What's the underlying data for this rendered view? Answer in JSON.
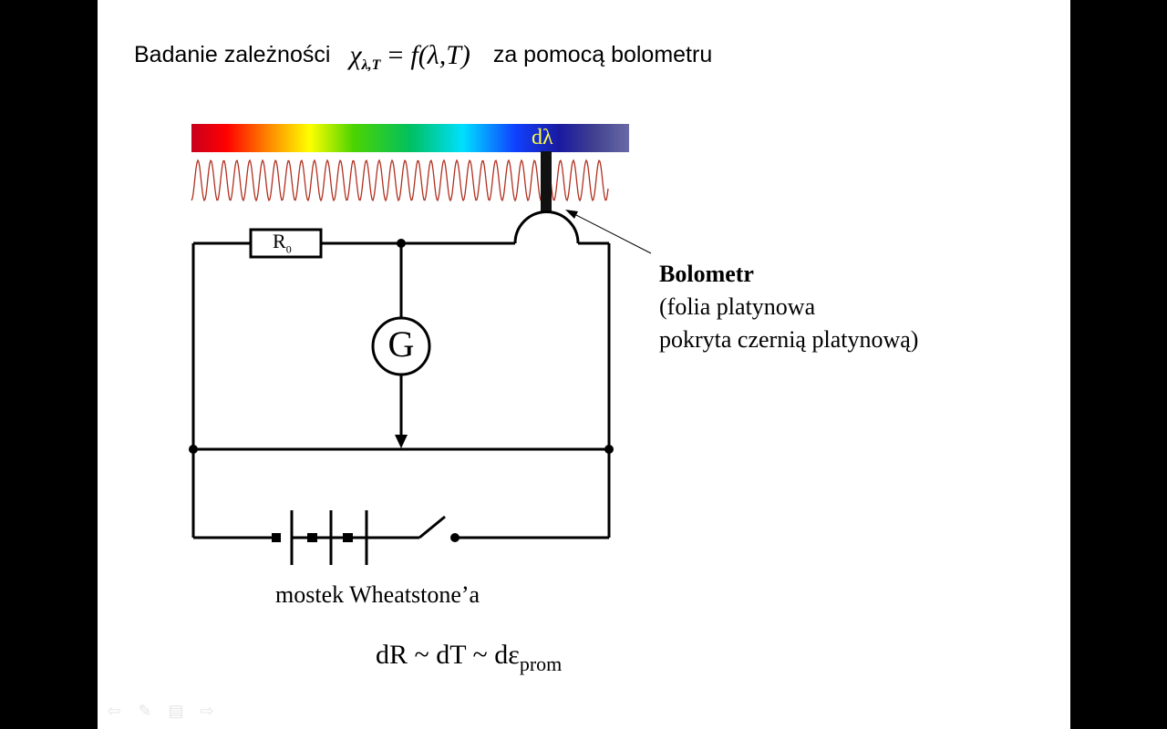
{
  "slide": {
    "title_prefix": "Badanie zależności",
    "formula_chi": "χ",
    "formula_sub": "λ,T",
    "formula_eq": "=",
    "formula_rhs": "f(λ,T)",
    "title_suffix": "za pomocą bolometru"
  },
  "diagram": {
    "spectrum_label": "dλ",
    "resistor_label": "R",
    "resistor_sub": "0",
    "galvanometer_label": "G",
    "bolometer_title": "Bolometr",
    "bolometer_desc_line1": "(folia platynowa",
    "bolometer_desc_line2": "pokryta czernią platynową)",
    "caption": "mostek Wheatstone’a"
  },
  "relation": {
    "text": "dR ~ dT ~ dε",
    "sub": "prom"
  },
  "nav": {
    "icons": [
      "arrow-left-icon",
      "pen-icon",
      "menu-icon",
      "arrow-right-icon"
    ]
  },
  "colors": {
    "frame": "#000000",
    "slide_bg": "#ffffff",
    "wave": "#b03020",
    "dlambda_text": "#ffff40"
  }
}
